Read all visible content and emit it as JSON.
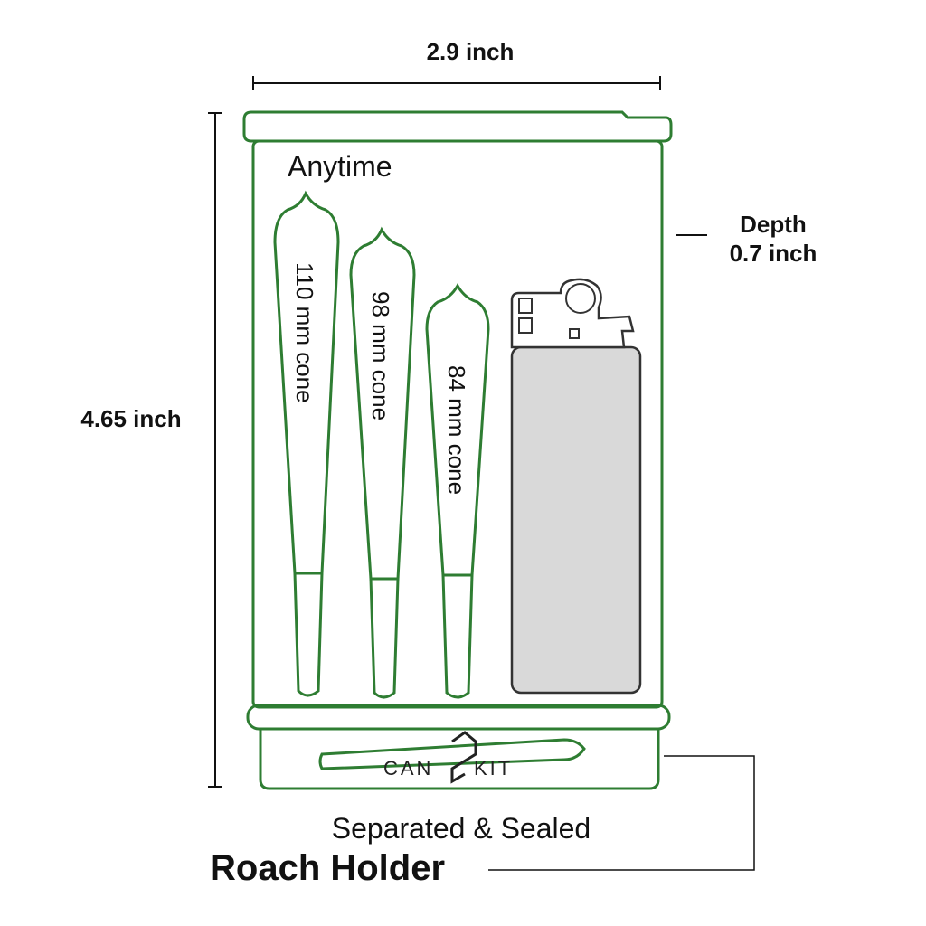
{
  "dimensions": {
    "width": "2.9 inch",
    "height": "4.65 inch",
    "depth_line1": "Depth",
    "depth_line2": "0.7 inch"
  },
  "container": {
    "brand_word": "Anytime",
    "cones": [
      {
        "label": "110 mm cone"
      },
      {
        "label": "98 mm cone"
      },
      {
        "label": "84 mm cone"
      }
    ],
    "logo": "CAN2KIT"
  },
  "callout": {
    "subtitle": "Separated & Sealed",
    "title": "Roach Holder"
  },
  "colors": {
    "outline_green": "#2e7d32",
    "lighter_gray": "#d9d9d9",
    "dim_line": "#111111"
  }
}
